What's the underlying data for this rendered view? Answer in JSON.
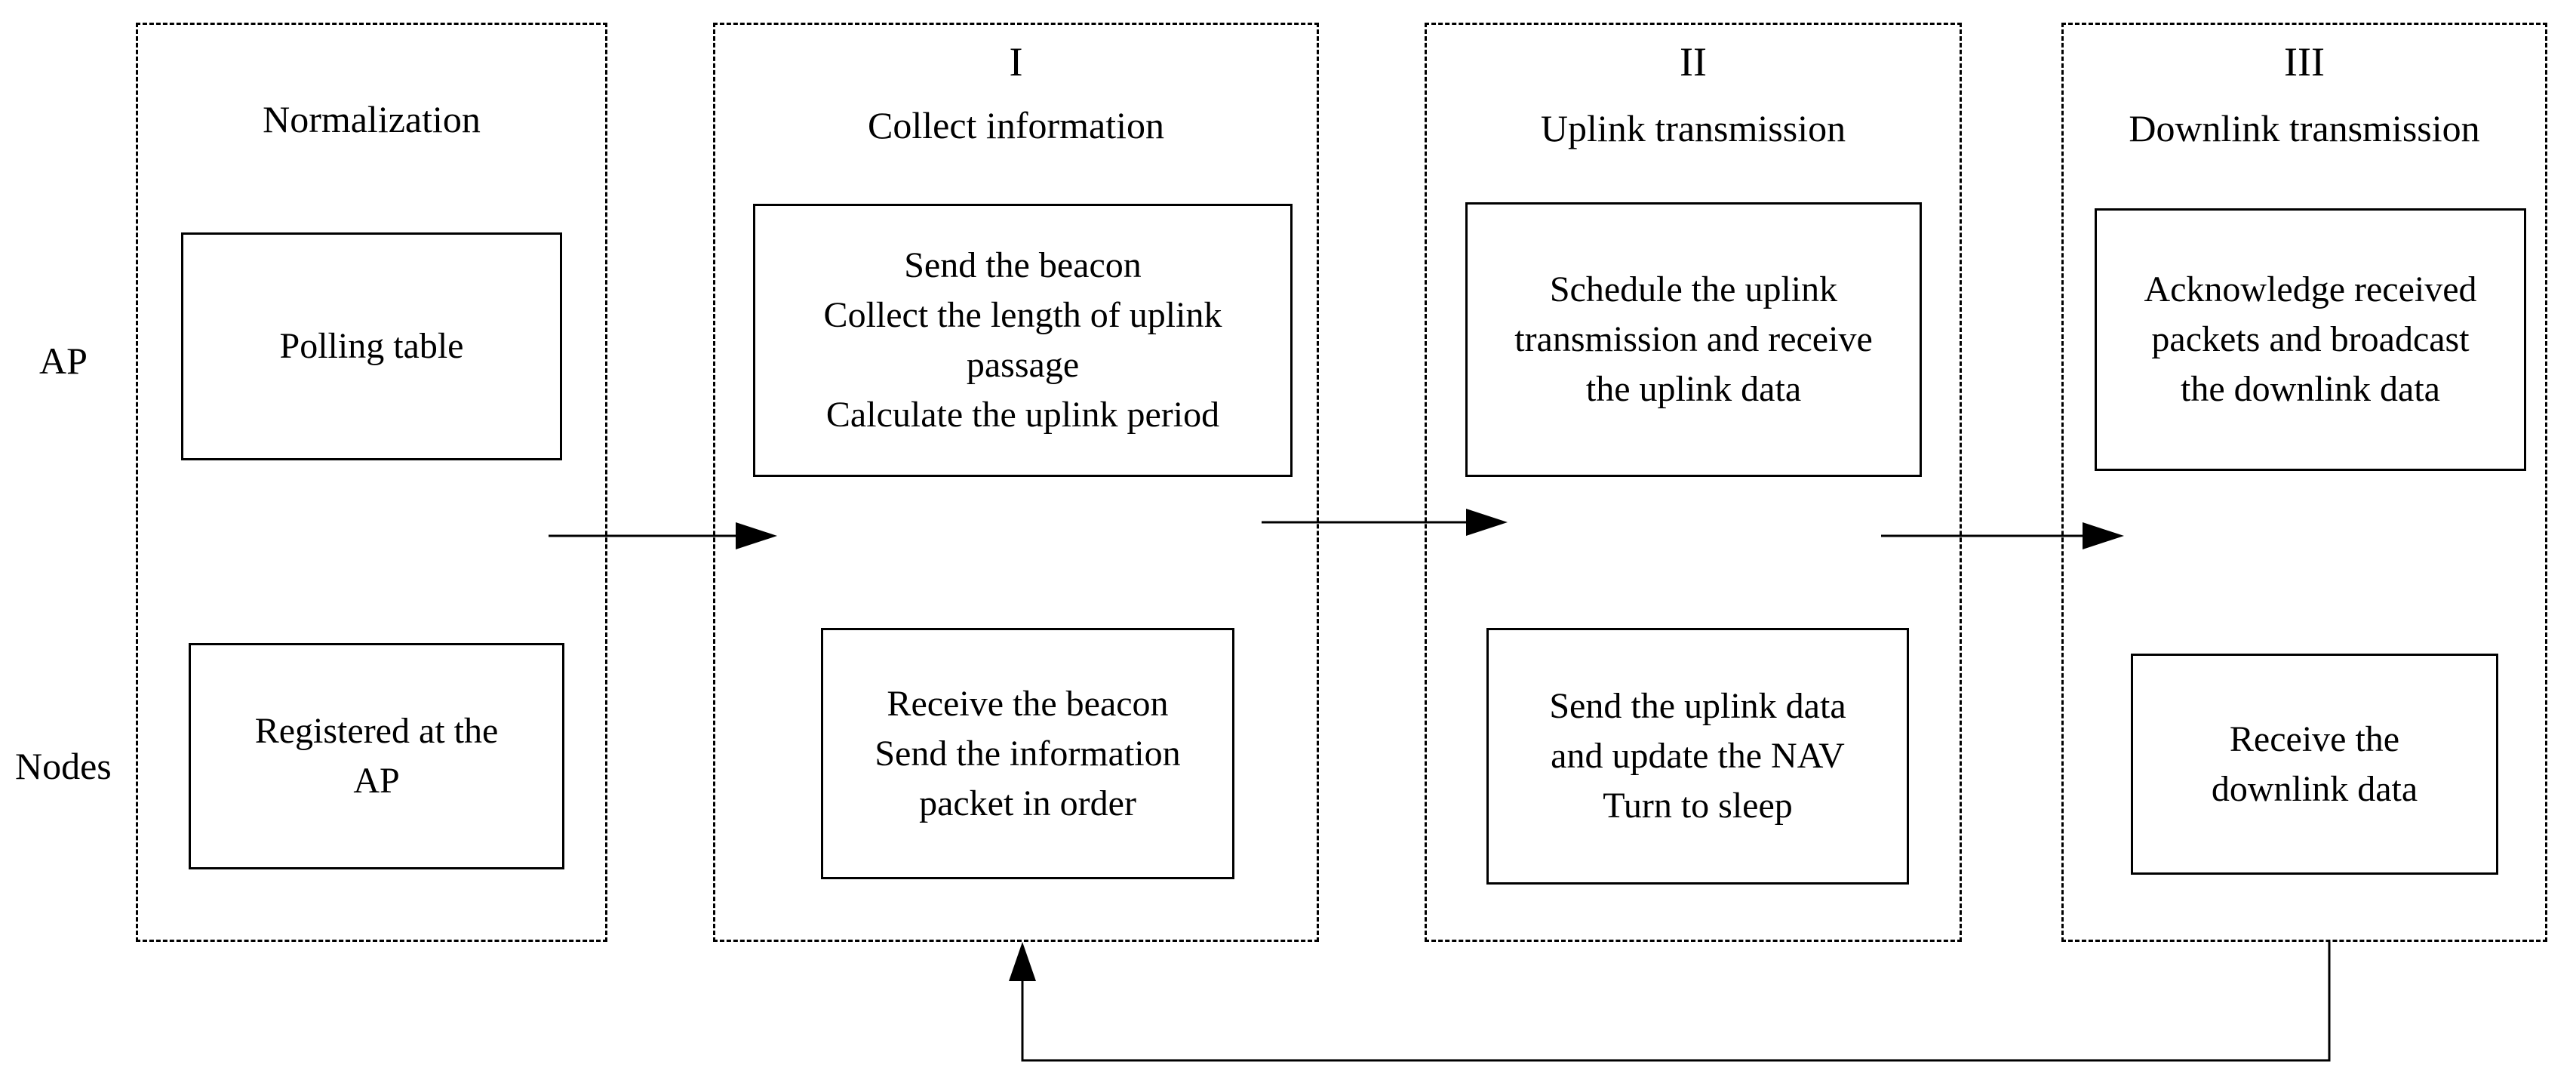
{
  "rows": {
    "ap": "AP",
    "nodes": "Nodes"
  },
  "phases": [
    {
      "numeral": "",
      "title": "Normalization",
      "ap_box": "Polling table",
      "node_box": "Registered at the\nAP"
    },
    {
      "numeral": "I",
      "title": "Collect information",
      "ap_box": "Send the beacon\nCollect the length of uplink\npassage\nCalculate the uplink period",
      "node_box": "Receive the beacon\nSend the information\npacket in order"
    },
    {
      "numeral": "II",
      "title": "Uplink transmission",
      "ap_box": "Schedule the uplink\ntransmission and receive\nthe uplink data",
      "node_box": "Send the uplink data\nand update the NAV\nTurn to sleep"
    },
    {
      "numeral": "III",
      "title": "Downlink transmission",
      "ap_box": "Acknowledge received\npackets and broadcast\nthe downlink data",
      "node_box": "Receive the\ndownlink data"
    }
  ]
}
